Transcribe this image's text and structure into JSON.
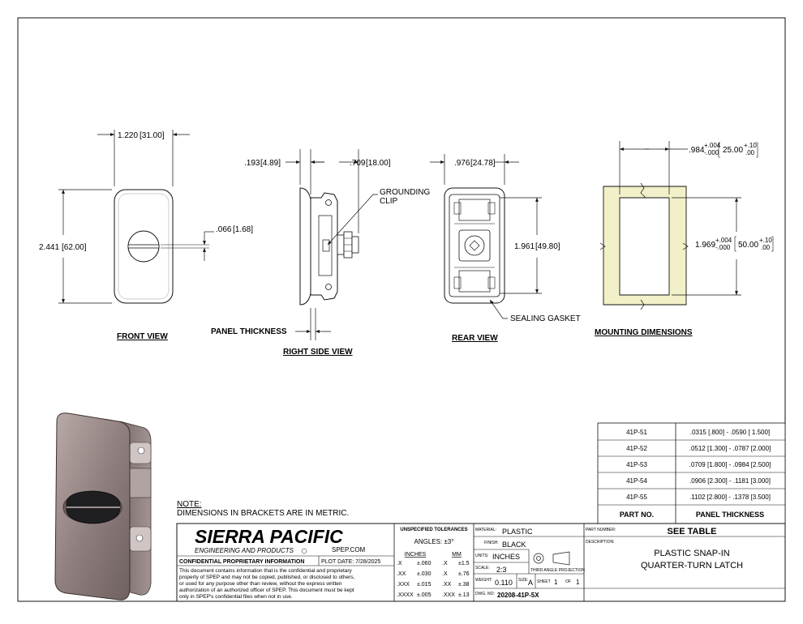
{
  "views": {
    "front": {
      "title": "FRONT VIEW",
      "dim_width": "1.220",
      "dim_width_mm": "[31.00]",
      "dim_height": "2.441",
      "dim_height_mm": "[62.00]",
      "dim_slot": ".066",
      "dim_slot_mm": "[1.68]"
    },
    "side": {
      "title": "RIGHT SIDE VIEW",
      "dim_a": ".193",
      "dim_a_mm": "[4.89]",
      "dim_b": ".709",
      "dim_b_mm": "[18.00]",
      "callout_1": "GROUNDING",
      "callout_2": "CLIP",
      "panel_thickness": "PANEL THICKNESS"
    },
    "rear": {
      "title": "REAR VIEW",
      "dim_width": ".976",
      "dim_width_mm": "[24.78]",
      "dim_height": "1.961",
      "dim_height_mm": "[49.80]",
      "callout": "SEALING GASKET"
    },
    "mounting": {
      "title": "MOUNTING DIMENSIONS",
      "w_nom": ".984",
      "w_plus": "+.004",
      "w_minus": "-.000",
      "w_mm": "25.00",
      "w_mm_plus": "+.10",
      "w_mm_minus": ".00",
      "h_nom": "1.969",
      "h_plus": "+.004",
      "h_minus": "-.000",
      "h_mm": "50.00",
      "h_mm_plus": "+.10",
      "h_mm_minus": ".00",
      "fill_color": "#f1f0c8"
    }
  },
  "part_table": {
    "headers": [
      "PART NO.",
      "PANEL THICKNESS"
    ],
    "rows": [
      [
        "41P-51",
        ".0315 [.800] - .0590 [ 1.500]"
      ],
      [
        "41P-52",
        ".0512 [1.300] - .0787 [2.000]"
      ],
      [
        "41P-53",
        ".0709 [1.800] - .0984 [2.500]"
      ],
      [
        "41P-54",
        ".0906 [2.300] - .1181 [3.000]"
      ],
      [
        "41P-55",
        ".1102 [2.800] - .1378 [3.500]"
      ]
    ]
  },
  "note": {
    "title": "NOTE:",
    "text": "DIMENSIONS IN BRACKETS ARE IN METRIC."
  },
  "title_block": {
    "company": "SIERRA PACIFIC",
    "company_sub": "ENGINEERING AND PRODUCTS",
    "website": "SPEP.COM",
    "confidential_title": "CONFIDENTIAL PROPRIETARY INFORMATION",
    "plot_date": "PLOT DATE:  7/28/2025",
    "confidential_lines": [
      "This document contains information that is the confidential and proprietary",
      "property of SPEP and may not be copied, published, or disclosed to others,",
      "or used for any purpose  other than review, without the express written",
      "authorization of an authorized officer of SPEP. This document must be kept",
      "only in SPEP's confidential files when not in use."
    ],
    "tolerances_title": "UNSPECIFIED TOLERANCES",
    "angles": "ANGLES: ±3°",
    "inches_label": "INCHES",
    "mm_label": "MM",
    "tolerances": [
      [
        ".X",
        "±.060",
        ".X",
        "±1.5"
      ],
      [
        ".XX",
        "±.030",
        ".X",
        "±.76"
      ],
      [
        ".XXX",
        "±.015",
        ".XX",
        "±.38"
      ],
      [
        ".XXXX",
        "±.005",
        ".XXX",
        "±.13"
      ]
    ],
    "material_label": "MATERIAL:",
    "material": "PLASTIC",
    "finish_label": "FINISH:",
    "finish": "BLACK",
    "units_label": "UNITS:",
    "units": "INCHES",
    "scale_label": "SCALE:",
    "scale": "2:3",
    "projection": "THIRD ANGLE PROJECTION",
    "weight_label": "WEIGHT:",
    "weight": "0.110",
    "size_label": "SIZE:",
    "size": "A",
    "sheet_label": "SHEET",
    "sheet": "1",
    "of_label": "OF",
    "sheet_total": "1",
    "dwg_label": "DWG. NO:",
    "dwg_no": "20208-41P-5X",
    "part_number_label": "PART NUMBER:",
    "part_number": "SEE TABLE",
    "description_label": "DESCRIPTION:",
    "description_1": "PLASTIC SNAP-IN",
    "description_2": "QUARTER-TURN LATCH"
  }
}
